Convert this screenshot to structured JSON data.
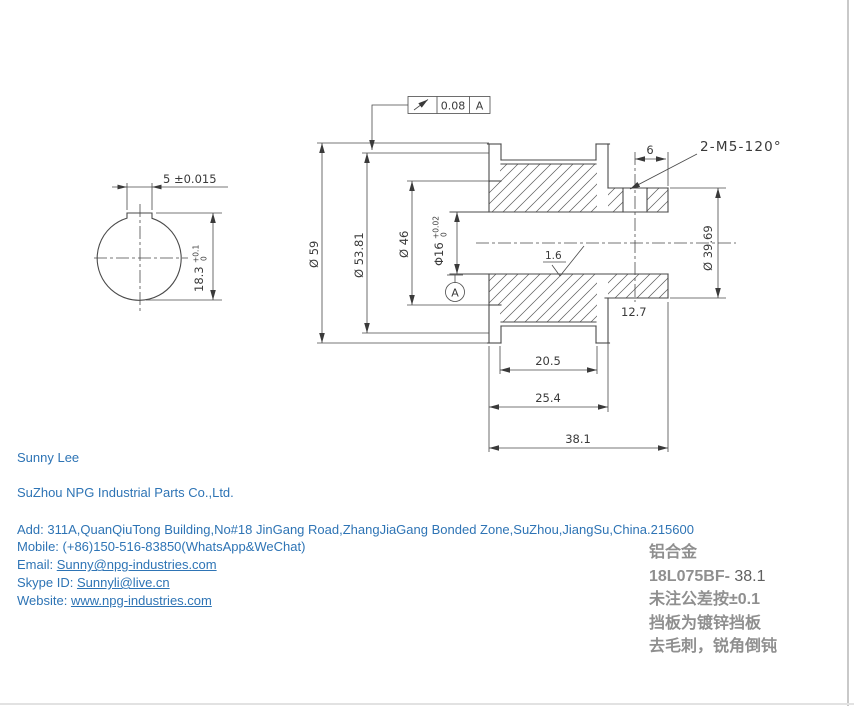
{
  "drawing": {
    "fcf": {
      "value": "0.08",
      "datum": "A"
    },
    "dims": {
      "slot_width": "5 ±0.015",
      "keyway_height": "18.3",
      "keyway_tol_up": "+0.1",
      "keyway_tol_low": "0",
      "flange_od": "Ø 59",
      "tooth_od": "Ø 53.81",
      "web_od": "Ø 46",
      "bore": "Φ16",
      "bore_tol_up": "+0.02",
      "bore_tol_low": "0",
      "hub_od": "Ø 39.69",
      "setscrew": "2-M5-120°",
      "setscrew_to_end": "6",
      "hub_length": "12.7",
      "belt_width": "20.5",
      "width_over_flanges": "25.4",
      "overall_length": "38.1",
      "roughness": "1.6",
      "datum": "A"
    }
  },
  "contact": {
    "name": "Sunny Lee",
    "company": "SuZhou NPG Industrial Parts Co.,Ltd.",
    "address": "Add: 311A,QuanQiuTong Building,No#18 JinGang Road,ZhangJiaGang Bonded Zone,SuZhou,JiangSu,China.215600",
    "mobile": "Mobile: (+86)150-516-83850(WhatsApp&WeChat)",
    "email_label": "Email: ",
    "email": "Sunny@npg-industries.com",
    "skype_label": "Skype ID: ",
    "skype": "Sunnyli@live.cn",
    "website_label": "Website: ",
    "website": "www.npg-industries.com"
  },
  "notes": {
    "material": "铝合金",
    "part_no_prefix": "18L075BF-",
    "part_no_suffix": " 38.1",
    "tolerance_note": "未注公差按±0.1",
    "flange_note": "挡板为镀锌挡板",
    "deburr_note": "去毛刺，锐角倒钝"
  },
  "colors": {
    "line": "#4a4a4a",
    "link_blue": "#2E74B5",
    "note_gray": "#8f8f8f"
  }
}
